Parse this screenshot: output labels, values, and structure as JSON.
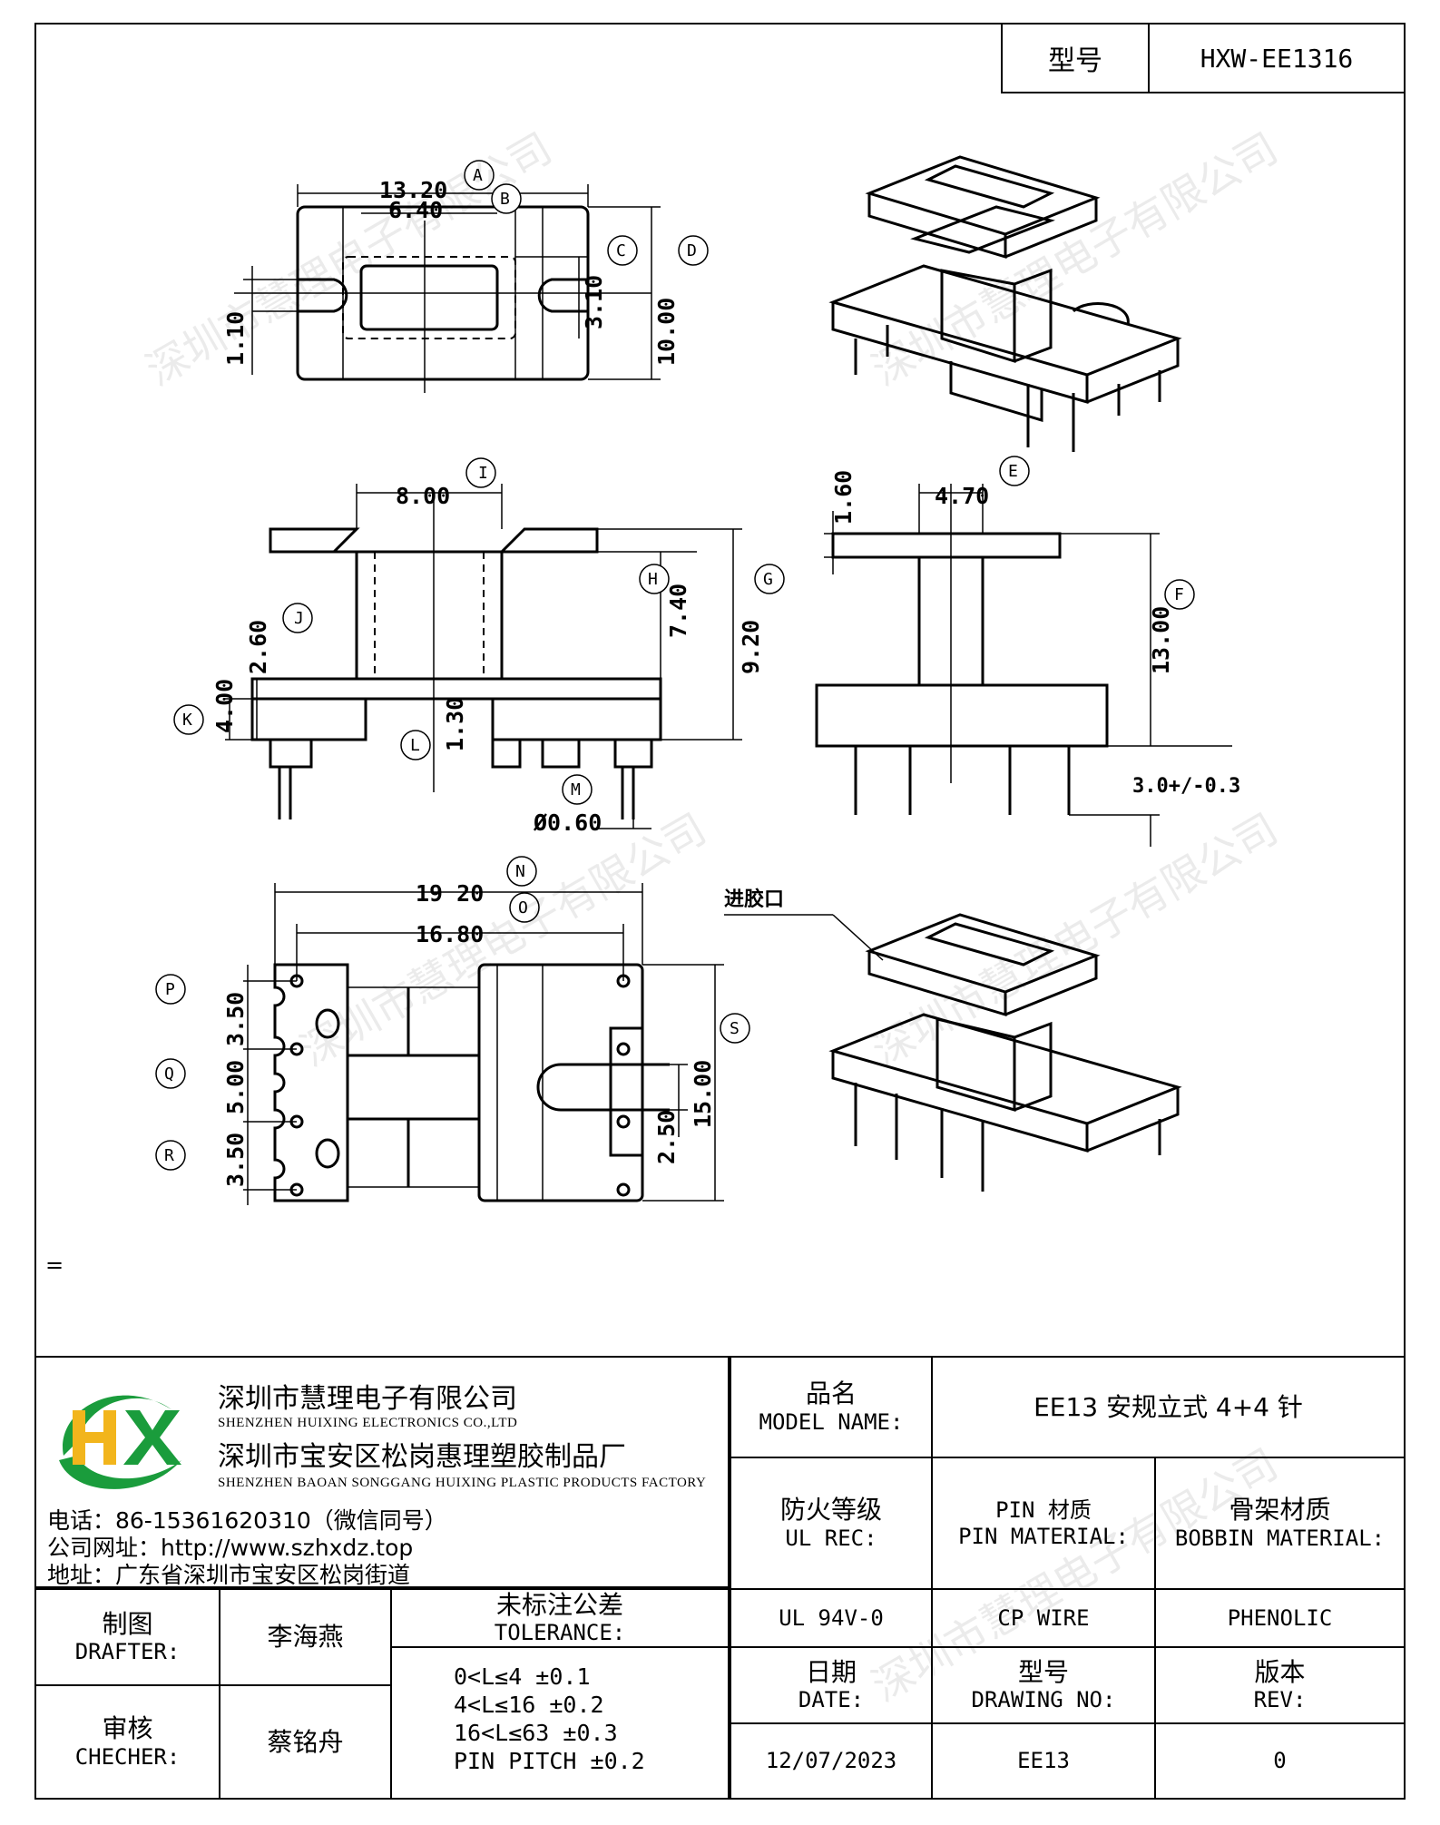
{
  "header": {
    "model_label": "型号",
    "model_value": "HXW-EE1316"
  },
  "drawing": {
    "dims": {
      "A": "13.20",
      "B": "6.40",
      "C": "3.10",
      "D": "10.00",
      "E_top": "1.10",
      "I": "8.00",
      "H": "7.40",
      "G": "9.20",
      "J": "2.60",
      "K": "4.00",
      "L": "1.30",
      "M": "Ø0.60",
      "F_left": "1.60",
      "E": "4.70",
      "F": "13.00",
      "pin_len": "3.0+/-0.3",
      "N": "19 20",
      "O": "16.80",
      "P": "3.50",
      "Q": "5.00",
      "R": "3.50",
      "S": "15.00",
      "T": "2.50"
    },
    "circle_labels": [
      "A",
      "B",
      "C",
      "D",
      "E",
      "F",
      "G",
      "H",
      "I",
      "J",
      "K",
      "L",
      "M",
      "N",
      "O",
      "P",
      "Q",
      "R",
      "S"
    ],
    "gate_label": "进胶口"
  },
  "stray_mark": "=",
  "company": {
    "name_cn": "深圳市慧理电子有限公司",
    "name_en": "SHENZHEN HUIXING ELECTRONICS CO.,LTD",
    "factory_cn": "深圳市宝安区松岗惠理塑胶制品厂",
    "factory_en": "SHENZHEN BAOAN SONGGANG HUIXING PLASTIC PRODUCTS FACTORY",
    "phone": "电话：86-15361620310（微信同号）",
    "website": "公司网址：http://www.szhxdz.top",
    "address": "地址：广东省深圳市宝安区松岗街道",
    "watermark": "深圳市慧理电子有限公司"
  },
  "titleblock": {
    "model_name_cn": "品名",
    "model_name_en": "MODEL NAME:",
    "model_name_value": "EE13 安规立式 4+4 针",
    "ul_cn": "防火等级",
    "ul_en": "UL REC:",
    "pin_cn": "PIN 材质",
    "pin_en": "PIN MATERIAL:",
    "bobbin_cn": "骨架材质",
    "bobbin_en": "BOBBIN MATERIAL:",
    "ul_value": "UL 94V-0",
    "pin_value": "CP WIRE",
    "bobbin_value": "PHENOLIC",
    "drafter_cn": "制图",
    "drafter_en": "DRAFTER:",
    "drafter_name": "李海燕",
    "checker_cn": "审核",
    "checker_en": "CHECHER:",
    "checker_name": "蔡铭舟",
    "tol_cn": "未标注公差",
    "tol_en": "TOLERANCE:",
    "tol_lines": [
      "0<L≤4  ±0.1",
      "4<L≤16 ±0.2",
      "16<L≤63 ±0.3",
      "PIN PITCH ±0.2"
    ],
    "date_cn": "日期",
    "date_en": "DATE:",
    "date_value": "12/07/2023",
    "dwg_cn": "型号",
    "dwg_en": "DRAWING NO:",
    "dwg_value": "EE13",
    "rev_cn": "版本",
    "rev_en": "REV:",
    "rev_value": "0"
  }
}
